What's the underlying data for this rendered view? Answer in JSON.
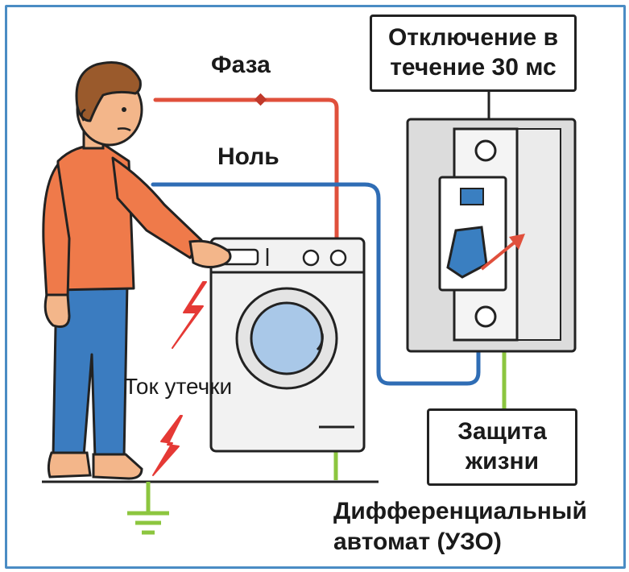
{
  "labels": {
    "phase": "Фаза",
    "neutral": "Ноль",
    "leakage": "Ток утечки"
  },
  "trip_box": {
    "line1": "Отключение в",
    "line2": "течение 30 мс"
  },
  "protection_box": {
    "line1": "Защита",
    "line2": "жизни"
  },
  "device_caption": {
    "line1": "Дифференциальный",
    "line2": "автомат (УЗО)"
  },
  "colors": {
    "frame": "#4a8cc4",
    "phase_wire": "#e0503c",
    "neutral_wire": "#2f6db5",
    "ground_wire": "#8cc63f",
    "lightning": "#e53935",
    "shirt": "#ef7a4a",
    "jeans": "#3b7cc0",
    "toggle": "#3a7fc1"
  },
  "icons": [
    "lightning-icon",
    "ground-symbol-icon",
    "trip-arrow-icon"
  ]
}
